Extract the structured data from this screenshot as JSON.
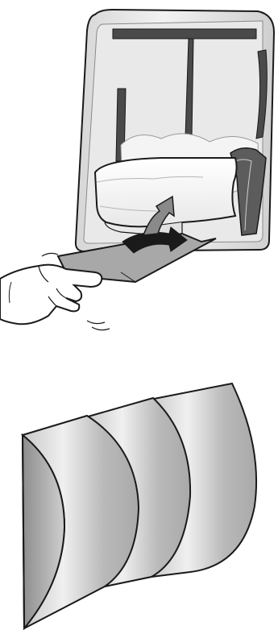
{
  "figures": [
    {
      "id": "dispenser-loading",
      "icon": "paper-towel-dispenser-loading-illustration"
    },
    {
      "id": "folded-towel-packs",
      "icon": "folded-towel-packs-illustration"
    }
  ],
  "colors": {
    "outline": "#1a1a1a",
    "housing_light": "#e6e6e6",
    "housing_mid": "#bdbdbd",
    "housing_dark": "#5a5a5a",
    "towel_white": "#ffffff",
    "towel_grey": "#9c9c9c",
    "arrow_grey": "#8a8a8a",
    "arrow_black": "#1a1a1a"
  }
}
